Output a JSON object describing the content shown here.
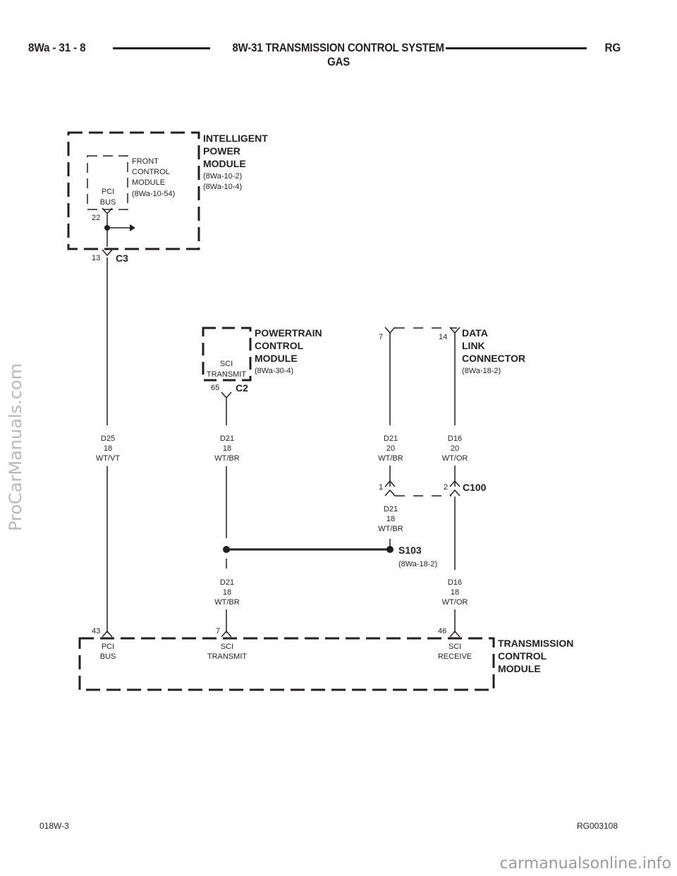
{
  "header": {
    "page_code": "8Wa - 31 - 8",
    "title_line1": "8W-31 TRANSMISSION CONTROL SYSTEM",
    "title_line2": "GAS",
    "model": "RG"
  },
  "footer": {
    "left_code": "018W-3",
    "right_code": "RG003108"
  },
  "watermarks": {
    "side": "ProCarManuals.com",
    "bottom": "carmanualsonline.info"
  },
  "ipm": {
    "name": [
      "INTELLIGENT",
      "POWER",
      "MODULE"
    ],
    "refs": [
      "(8Wa-10-2)",
      "(8Wa-10-4)"
    ],
    "front_module": [
      "FRONT",
      "CONTROL",
      "MODULE",
      "(8Wa-10-54)"
    ],
    "pci_bus": [
      "PCI",
      "BUS"
    ],
    "pin_inner": "22",
    "pin_outer": "13",
    "connector": "C3"
  },
  "pcm": {
    "name": [
      "POWERTRAIN",
      "CONTROL",
      "MODULE"
    ],
    "ref": "(8Wa-30-4)",
    "sci_transmit": [
      "SCI",
      "TRANSMIT"
    ],
    "pin": "65",
    "connector": "C2"
  },
  "dlc": {
    "name": [
      "DATA",
      "LINK",
      "CONNECTOR"
    ],
    "ref": "(8Wa-18-2)",
    "pin_left": "7",
    "pin_right": "14"
  },
  "c100": {
    "connector": "C100",
    "pin_left": "1",
    "pin_right": "2"
  },
  "s103": {
    "name": "S103",
    "ref": "(8Wa-18-2)"
  },
  "wires": {
    "w1": [
      "D25",
      "18",
      "WT/VT"
    ],
    "w2": [
      "D21",
      "18",
      "WT/BR"
    ],
    "w3": [
      "D21",
      "20",
      "WT/BR"
    ],
    "w4": [
      "D16",
      "20",
      "WT/OR"
    ],
    "w5": [
      "D21",
      "18",
      "WT/BR"
    ],
    "w6": [
      "D21",
      "18",
      "WT/BR"
    ],
    "w7": [
      "D16",
      "18",
      "WT/OR"
    ]
  },
  "tcm": {
    "name": [
      "TRANSMISSION",
      "CONTROL",
      "MODULE"
    ],
    "pin_pci": "43",
    "pin_sci_tx": "7",
    "pin_sci_rx": "46",
    "pci_bus": [
      "PCI",
      "BUS"
    ],
    "sci_transmit": [
      "SCI",
      "TRANSMIT"
    ],
    "sci_receive": [
      "SCI",
      "RECEIVE"
    ]
  }
}
